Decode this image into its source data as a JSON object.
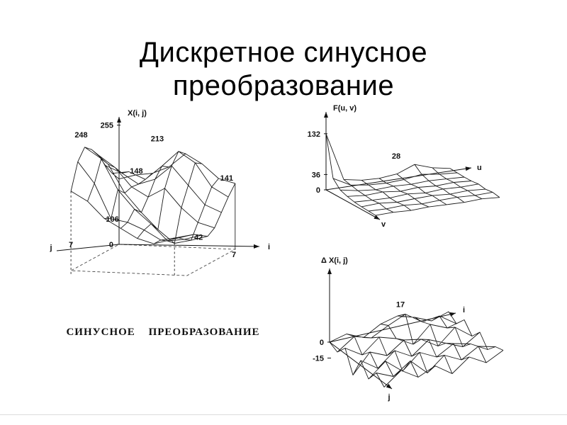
{
  "slide": {
    "title_line1": "Дискретное синусное",
    "title_line2": "преобразование",
    "caption": "СИНУСНОЕ ПРЕОБРАЗОВАНИЕ"
  },
  "chart_data": [
    {
      "id": "xij",
      "type": "3d-wireframe-surface",
      "zlabel": "X(i, j)",
      "xlabel": "i",
      "ylabel": "j",
      "zlim": [
        0,
        255
      ],
      "x_range": [
        0,
        7
      ],
      "y_range": [
        0,
        7
      ],
      "z_ticks": [
        255,
        0
      ],
      "x_end_tick": "7",
      "y_end_tick": "7",
      "point_labels": [
        {
          "text": "248",
          "i": 0,
          "j": 5,
          "dx": -5,
          "dy": -14
        },
        {
          "text": "213",
          "i": 4,
          "j": 1,
          "dx": -30,
          "dy": -14
        },
        {
          "text": "148",
          "i": 2,
          "j": 2,
          "dx": -3,
          "dy": -15
        },
        {
          "text": "141",
          "i": 7,
          "j": 0,
          "dx": -12,
          "dy": -4
        },
        {
          "text": "106",
          "i": 2,
          "j": 6,
          "dx": 2,
          "dy": 4
        },
        {
          "text": "42",
          "i": 5,
          "j": 4,
          "dx": 34,
          "dy": -5
        }
      ],
      "grid": [
        [
          140,
          150,
          155,
          170,
          200,
          180,
          150,
          141
        ],
        [
          160,
          165,
          150,
          180,
          213,
          190,
          140,
          120
        ],
        [
          185,
          170,
          148,
          160,
          190,
          150,
          110,
          95
        ],
        [
          215,
          190,
          150,
          130,
          150,
          110,
          80,
          70
        ],
        [
          235,
          205,
          145,
          105,
          70,
          42,
          50,
          60
        ],
        [
          248,
          225,
          160,
          120,
          90,
          55,
          60,
          70
        ],
        [
          225,
          180,
          106,
          100,
          85,
          65,
          72,
          80
        ],
        [
          170,
          150,
          115,
          95,
          75,
          65,
          75,
          85
        ]
      ]
    },
    {
      "id": "fuv",
      "type": "3d-wireframe-surface",
      "zlabel": "F(u, v)",
      "xlabel": "u",
      "ylabel": "v",
      "z_ticks": [
        132,
        36,
        0
      ],
      "x_range": [
        0,
        7
      ],
      "y_range": [
        0,
        7
      ],
      "point_labels": [
        {
          "text": "28",
          "i": 5,
          "j": 0,
          "dx": -26,
          "dy": -8
        }
      ],
      "grid": [
        [
          132,
          18,
          10,
          8,
          12,
          28,
          14,
          6
        ],
        [
          36,
          14,
          8,
          6,
          8,
          14,
          8,
          5
        ],
        [
          18,
          10,
          6,
          8,
          6,
          8,
          6,
          4
        ],
        [
          12,
          8,
          10,
          5,
          8,
          5,
          7,
          4
        ],
        [
          8,
          6,
          5,
          8,
          4,
          7,
          5,
          6
        ],
        [
          6,
          8,
          4,
          6,
          7,
          4,
          6,
          3
        ],
        [
          5,
          4,
          6,
          3,
          5,
          6,
          4,
          5
        ],
        [
          4,
          5,
          3,
          5,
          4,
          3,
          5,
          2
        ]
      ]
    },
    {
      "id": "dxij",
      "type": "3d-wireframe-surface",
      "zlabel": "Δ X(i, j)",
      "xlabel": "i",
      "ylabel": "j",
      "z_ticks": [
        0,
        -15
      ],
      "x_range": [
        0,
        7
      ],
      "y_range": [
        0,
        7
      ],
      "point_labels": [
        {
          "text": "17",
          "i": 4,
          "j": 1,
          "dx": -7,
          "dy": -10
        }
      ],
      "grid": [
        [
          0,
          4,
          -3,
          6,
          10,
          5,
          -2,
          3
        ],
        [
          -4,
          7,
          2,
          10,
          17,
          6,
          8,
          -3
        ],
        [
          5,
          -5,
          8,
          3,
          -6,
          9,
          2,
          6
        ],
        [
          -15,
          3,
          -4,
          7,
          4,
          -6,
          8,
          -4
        ],
        [
          4,
          -7,
          6,
          -3,
          9,
          2,
          -5,
          5
        ],
        [
          -8,
          5,
          -8,
          6,
          -2,
          7,
          3,
          -6
        ],
        [
          3,
          -4,
          7,
          -8,
          5,
          -3,
          6,
          2
        ],
        [
          -5,
          7,
          -3,
          4,
          -7,
          5,
          -4,
          4
        ]
      ]
    }
  ]
}
